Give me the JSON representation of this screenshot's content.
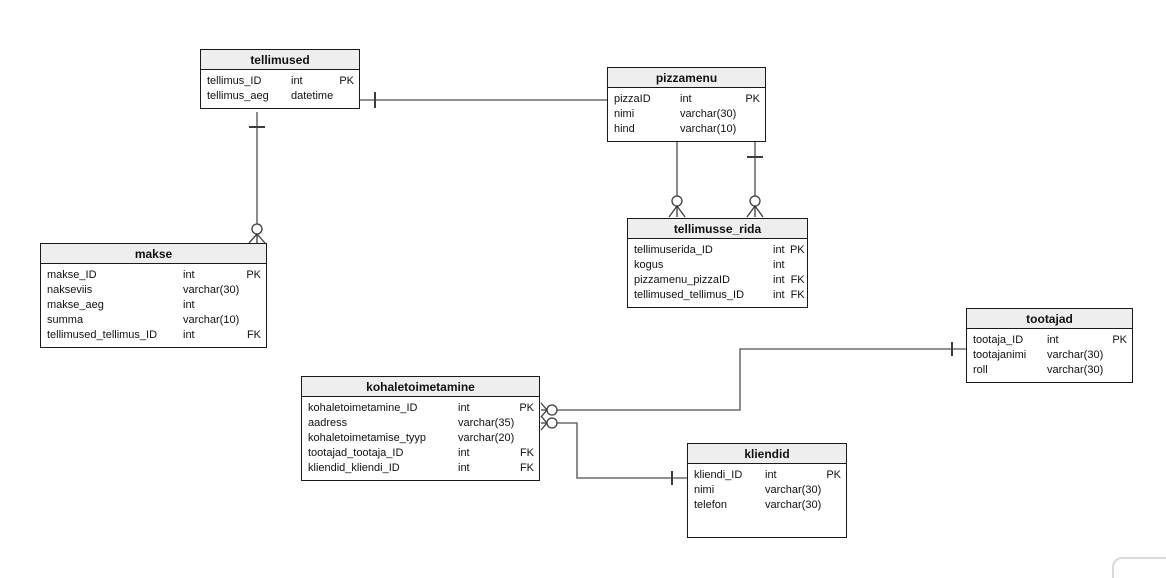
{
  "diagram": {
    "type": "entity-relationship-diagram",
    "colors": {
      "entity_border": "#1a1a1a",
      "entity_header_bg": "#eeeeee",
      "connector_line": "#6f6f6f",
      "connector_symbol": "#3c3c3c",
      "background": "#ffffff"
    },
    "tables": [
      {
        "title": "tellimused",
        "rows": [
          {
            "name": "tellimus_ID",
            "type": "int",
            "key": "PK"
          },
          {
            "name": "tellimus_aeg",
            "type": "datetime",
            "key": ""
          }
        ]
      },
      {
        "title": "pizzamenu",
        "rows": [
          {
            "name": "pizzaID",
            "type": "int",
            "key": "PK"
          },
          {
            "name": "nimi",
            "type": "varchar(30)",
            "key": ""
          },
          {
            "name": "hind",
            "type": "varchar(10)",
            "key": ""
          }
        ]
      },
      {
        "title": "tellimusse_rida",
        "rows": [
          {
            "name": "tellimuserida_ID",
            "type": "int",
            "key": "PK"
          },
          {
            "name": "kogus",
            "type": "int",
            "key": ""
          },
          {
            "name": "pizzamenu_pizzaID",
            "type": "int",
            "key": "FK"
          },
          {
            "name": "tellimused_tellimus_ID",
            "type": "int",
            "key": "FK"
          }
        ]
      },
      {
        "title": "makse",
        "rows": [
          {
            "name": "makse_ID",
            "type": "int",
            "key": "PK"
          },
          {
            "name": "nakseviis",
            "type": "varchar(30)",
            "key": ""
          },
          {
            "name": "makse_aeg",
            "type": "int",
            "key": ""
          },
          {
            "name": "summa",
            "type": "varchar(10)",
            "key": ""
          },
          {
            "name": "tellimused_tellimus_ID",
            "type": "int",
            "key": "FK"
          }
        ]
      },
      {
        "title": "tootajad",
        "rows": [
          {
            "name": "tootaja_ID",
            "type": "int",
            "key": "PK"
          },
          {
            "name": "tootajanimi",
            "type": "varchar(30)",
            "key": ""
          },
          {
            "name": "roll",
            "type": "varchar(30)",
            "key": ""
          }
        ]
      },
      {
        "title": "kohaletoimetamine",
        "rows": [
          {
            "name": "kohaletoimetamine_ID",
            "type": "int",
            "key": "PK"
          },
          {
            "name": "aadress",
            "type": "varchar(35)",
            "key": ""
          },
          {
            "name": "kohaletoimetamise_tyyp",
            "type": "varchar(20)",
            "key": ""
          },
          {
            "name": "tootajad_tootaja_ID",
            "type": "int",
            "key": "FK"
          },
          {
            "name": "kliendid_kliendi_ID",
            "type": "int",
            "key": "FK"
          }
        ]
      },
      {
        "title": "kliendid",
        "rows": [
          {
            "name": "kliendi_ID",
            "type": "int",
            "key": "PK"
          },
          {
            "name": "nimi",
            "type": "varchar(30)",
            "key": ""
          },
          {
            "name": "telefon",
            "type": "varchar(30)",
            "key": ""
          }
        ]
      }
    ],
    "relationships": [
      {
        "from": "tellimused",
        "to": "pizzamenu",
        "from_end": "one",
        "to_end": "plain"
      },
      {
        "from": "tellimused",
        "to": "makse",
        "from_end": "one",
        "to_end": "zero-or-many"
      },
      {
        "from": "pizzamenu",
        "to": "tellimusse_rida",
        "from_end": "plain",
        "to_end": "zero-or-many"
      },
      {
        "from": "pizzamenu",
        "to": "tellimusse_rida",
        "from_end": "one",
        "to_end": "zero-or-many"
      },
      {
        "from": "tootajad",
        "to": "kohaletoimetamine",
        "from_end": "one",
        "to_end": "zero-or-many"
      },
      {
        "from": "kliendid",
        "to": "kohaletoimetamine",
        "from_end": "one",
        "to_end": "zero-or-many"
      }
    ]
  }
}
